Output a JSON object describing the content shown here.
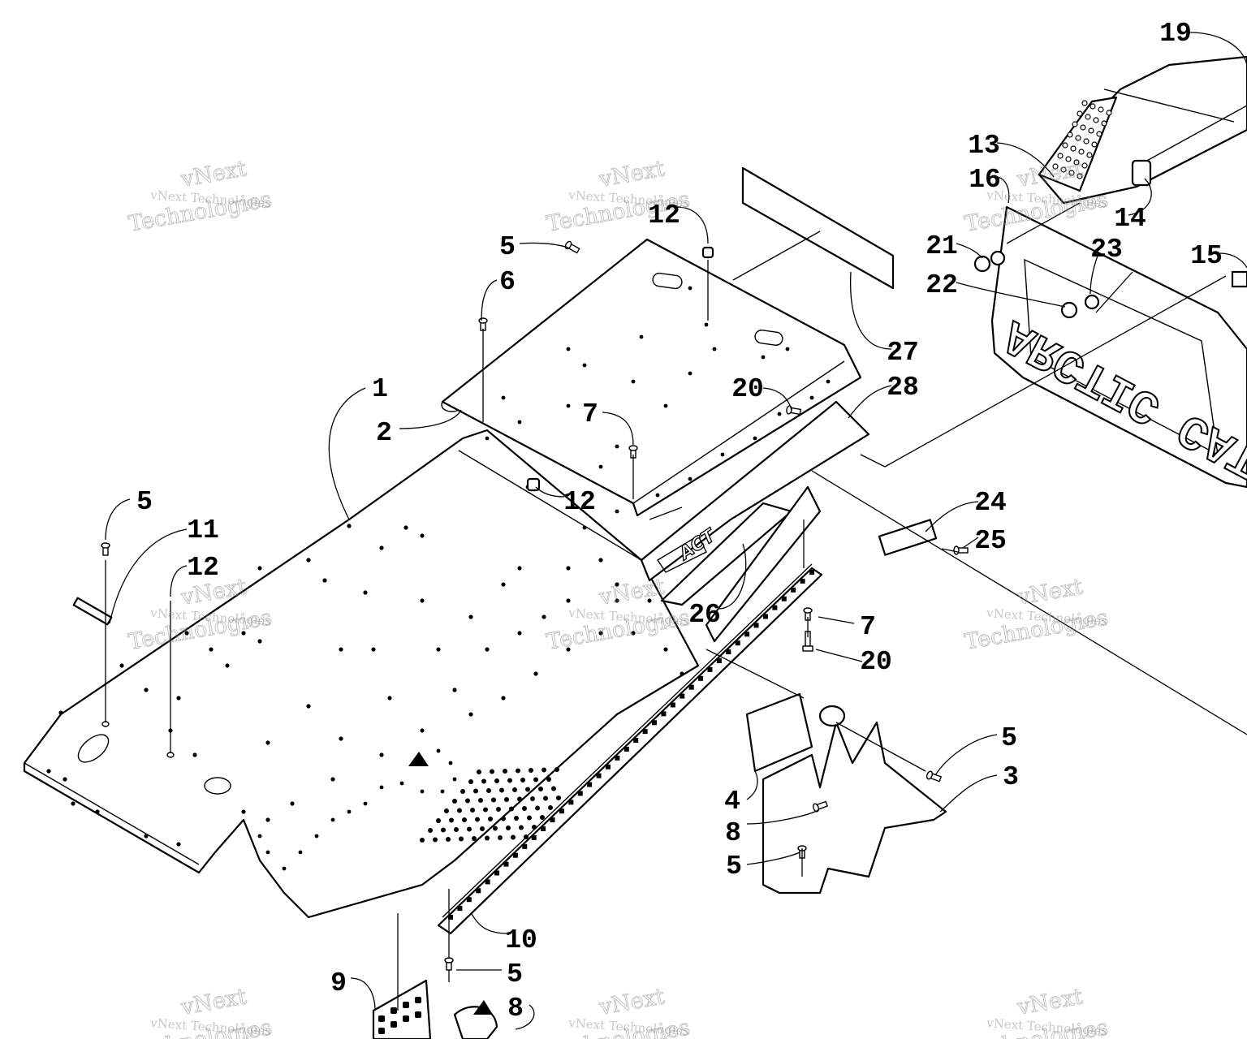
{
  "callouts": [
    {
      "label": "1"
    },
    {
      "label": "2"
    },
    {
      "label": "3"
    },
    {
      "label": "4"
    },
    {
      "label": "5"
    },
    {
      "label": "5"
    },
    {
      "label": "5"
    },
    {
      "label": "5"
    },
    {
      "label": "5"
    },
    {
      "label": "6"
    },
    {
      "label": "7"
    },
    {
      "label": "7"
    },
    {
      "label": "8"
    },
    {
      "label": "8"
    },
    {
      "label": "9"
    },
    {
      "label": "10"
    },
    {
      "label": "11"
    },
    {
      "label": "12"
    },
    {
      "label": "12"
    },
    {
      "label": "12"
    },
    {
      "label": "13"
    },
    {
      "label": "14"
    },
    {
      "label": "15"
    },
    {
      "label": "16"
    },
    {
      "label": "19"
    },
    {
      "label": "20"
    },
    {
      "label": "20"
    },
    {
      "label": "21"
    },
    {
      "label": "22"
    },
    {
      "label": "23"
    },
    {
      "label": "24"
    },
    {
      "label": "25"
    },
    {
      "label": "26"
    },
    {
      "label": "27"
    },
    {
      "label": "28"
    }
  ],
  "flap_brand_text": "ARCTIC CAT",
  "decal_text": "ACT",
  "watermark": {
    "line1": "vNext Technologies",
    "big_top": "vNext",
    "big_bottom": "Technologies"
  }
}
